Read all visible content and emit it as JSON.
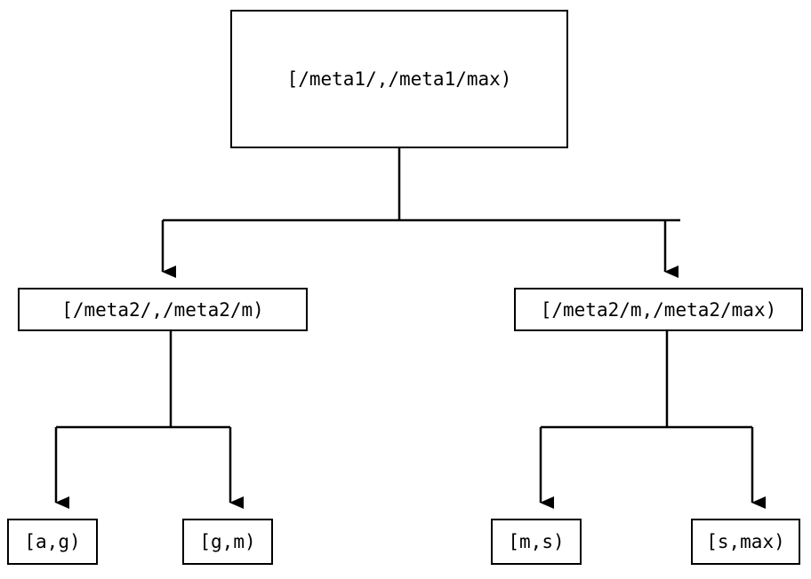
{
  "diagram": {
    "type": "binary-interval-tree",
    "title": "",
    "background_color": "#ffffff",
    "stroke_color": "#000000",
    "text_color": "#000000",
    "edge_style": "orthogonal-elbow-with-arrowhead",
    "arrowhead": "solid-triangle-down"
  },
  "nodes": {
    "root": {
      "id": "root",
      "label": "[/meta1/,/meta1/max)",
      "level": 0
    },
    "branch_left": {
      "id": "branch-left",
      "label": "[/meta2/,/meta2/m)",
      "level": 1
    },
    "branch_right": {
      "id": "branch-right",
      "label": "[/meta2/m,/meta2/max)",
      "level": 1
    },
    "leaf_1": {
      "id": "leaf-a-g",
      "label": "[a,g)",
      "level": 2
    },
    "leaf_2": {
      "id": "leaf-g-m",
      "label": "[g,m)",
      "level": 2
    },
    "leaf_3": {
      "id": "leaf-m-s",
      "label": "[m,s)",
      "level": 2
    },
    "leaf_4": {
      "id": "leaf-s-max",
      "label": "[s,max)",
      "level": 2
    }
  },
  "edges": [
    {
      "from": "root",
      "to": "branch_left"
    },
    {
      "from": "root",
      "to": "branch_right"
    },
    {
      "from": "branch_left",
      "to": "leaf_1"
    },
    {
      "from": "branch_left",
      "to": "leaf_2"
    },
    {
      "from": "branch_right",
      "to": "leaf_3"
    },
    {
      "from": "branch_right",
      "to": "leaf_4"
    }
  ]
}
